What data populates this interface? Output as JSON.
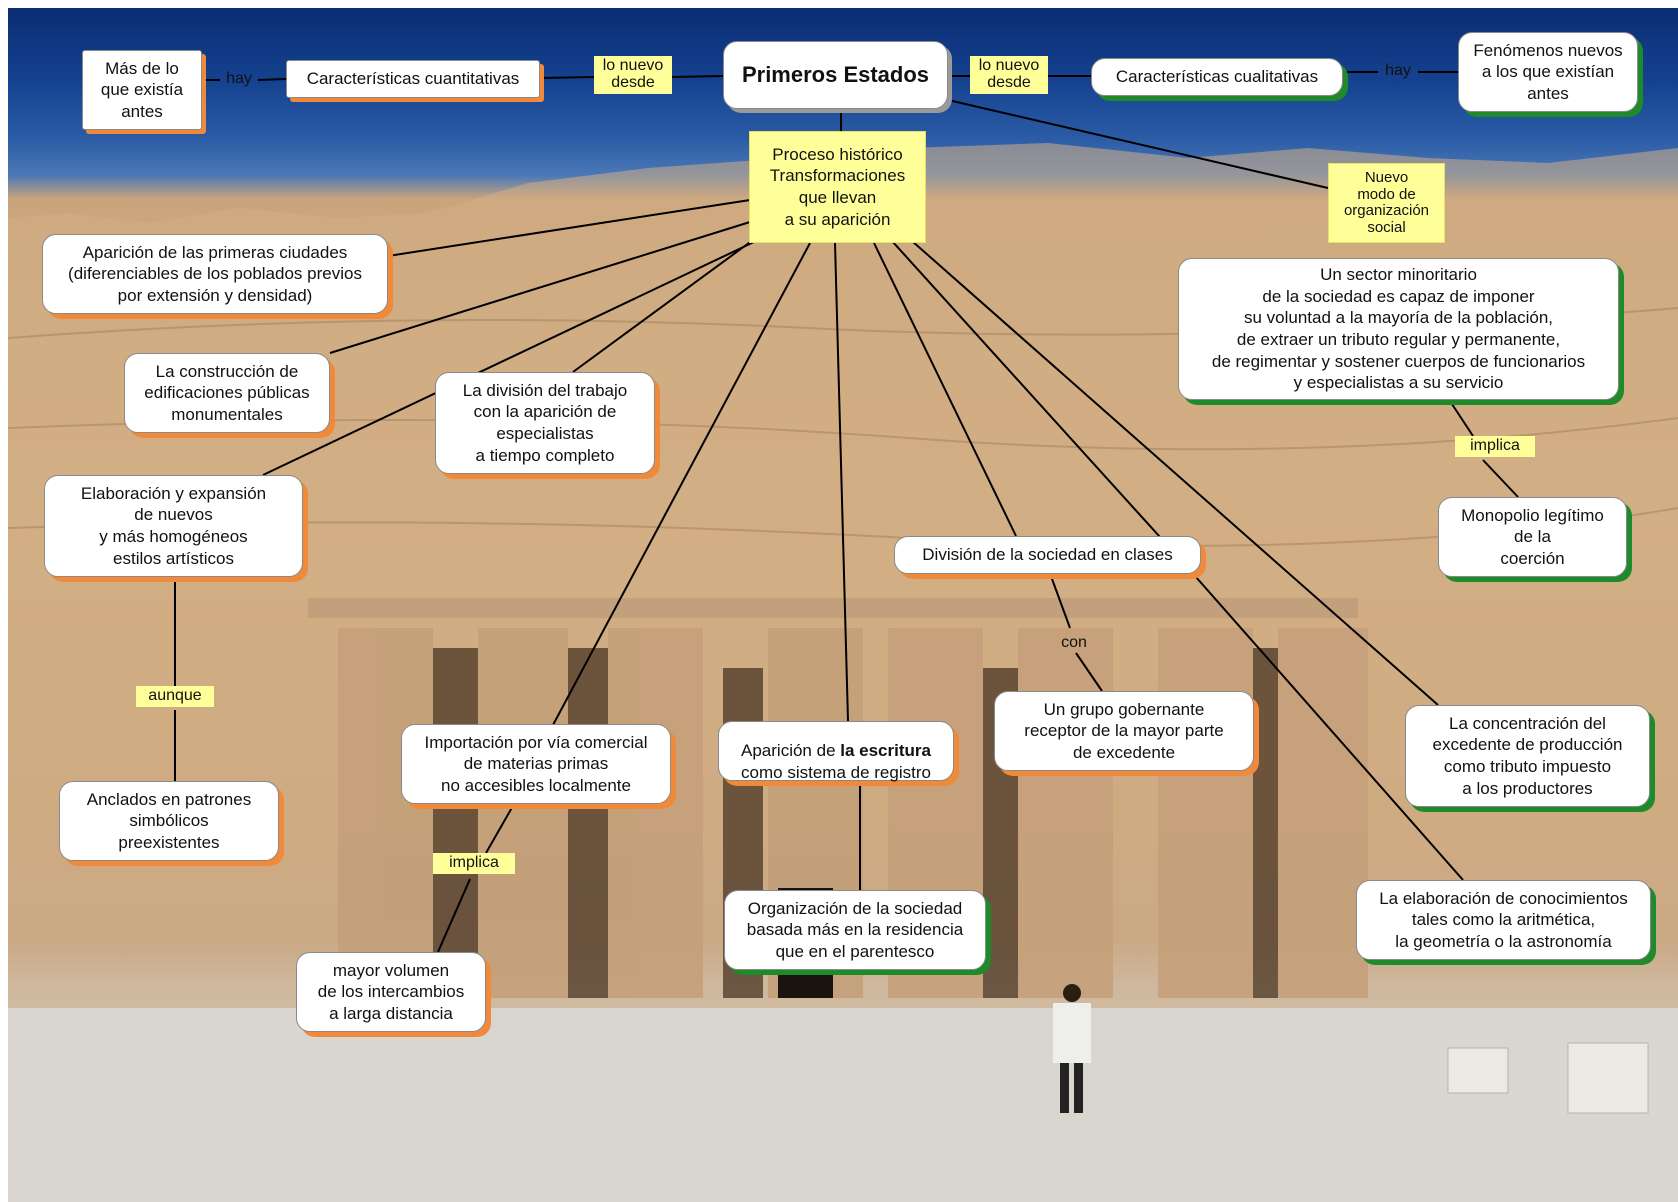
{
  "title": "Primeros Estados",
  "nodes": {
    "mas_de_lo": "Más de lo\nque existía\nantes",
    "cuantitativas": "Características cuantitativas",
    "cualitativas": "Características cualitativas",
    "fenomenos": "Fenómenos nuevos\na los que existían\nantes",
    "proceso": "Proceso histórico\nTransformaciones\nque llevan\na su aparición",
    "nuevo_modo": "Nuevo\nmodo de\norganización\nsocial",
    "ciudades": "Aparición de las primeras ciudades\n(diferenciables de los poblados previos\npor extensión y densidad)",
    "construccion": "La construcción de\nedificaciones públicas\nmonumentales",
    "division_trabajo": "La división del trabajo\ncon la aparición de\nespecialistas\na tiempo completo",
    "estilos": "Elaboración y expansión\nde nuevos\ny más homogéneos\nestilos artísticos",
    "anclados": "Anclados en patrones\nsimbólicos\npreexistentes",
    "importacion": "Importación por vía comercial\nde materias primas\nno accesibles localmente",
    "volumen": "mayor volumen\nde los intercambios\na larga distancia",
    "escritura_pre": "Aparición de ",
    "escritura_bold": "la escritura",
    "escritura_post": "como sistema de registro",
    "organizacion": "Organización de la sociedad\nbasada más en la residencia\nque en el parentesco",
    "clases": "División de la sociedad en clases",
    "grupo": "Un grupo gobernante\nreceptor de la mayor parte\nde excedente",
    "sector": "Un sector minoritario\nde la sociedad es capaz de imponer\nsu voluntad a la mayoría de la población,\nde extraer un tributo regular y permanente,\nde regimentar y sostener cuerpos de funcionarios\ny especialistas a su servicio",
    "monopolio": "Monopolio legítimo\nde la\ncoerción",
    "concentracion": "La concentración del\nexcedente de producción\ncomo tributo impuesto\na los productores",
    "conocimientos": "La elaboración de conocimientos\ntales como la aritmética,\nla geometría o la astronomía"
  },
  "link_labels": {
    "hay_left": "hay",
    "hay_right": "hay",
    "lo_nuevo_left": "lo nuevo\ndesde",
    "lo_nuevo_right": "lo nuevo\ndesde",
    "implica_sector": "implica",
    "aunque": "aunque",
    "implica_import": "implica",
    "con": "con"
  },
  "colors": {
    "node_fill": "#ffffff",
    "shadow_orange": "#f08a3a",
    "shadow_green": "#1f8a2a",
    "highlight_yellow": "#ffff9a",
    "line": "#000000"
  }
}
